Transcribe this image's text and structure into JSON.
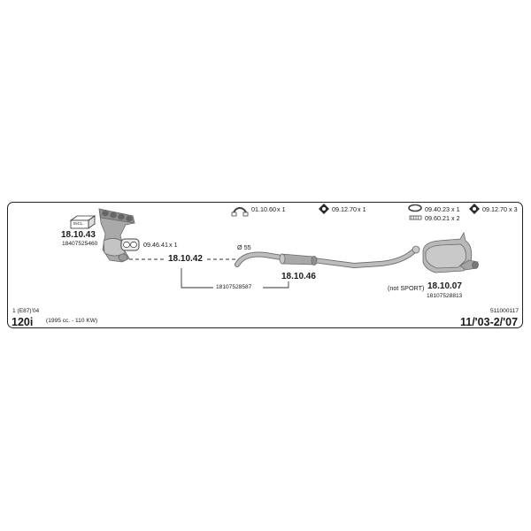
{
  "hardware": [
    {
      "code": "01.10.60",
      "qty": "x 1",
      "icon": "clamp-icon"
    },
    {
      "code": "09.12.70",
      "qty": "x 1",
      "icon": "nut-icon"
    },
    {
      "code": "09.40.23",
      "qty": "x 1",
      "icon": "ring-gasket-icon"
    },
    {
      "code": "09.12.70",
      "qty": "x 3",
      "icon": "nut-icon"
    },
    {
      "code": "09.60.21",
      "qty": "x 2",
      "icon": "spring-icon"
    }
  ],
  "parts": {
    "manifold": {
      "code": "18.10.43",
      "oe": "18407525460",
      "incl_label": "INCL."
    },
    "manifold_gasket": {
      "code": "09.46.41",
      "qty": "x 1"
    },
    "front_pipe": {
      "code": "18.10.42",
      "oe": "18107528587"
    },
    "center_pipe": {
      "code": "18.10.46",
      "diameter": "Ø 55"
    },
    "rear_muffler": {
      "code": "18.10.07",
      "note": "(not SPORT)",
      "oe": "18107528813"
    }
  },
  "footer": {
    "series": "1 (E87)'04",
    "model": "120i",
    "engine": "(1995 cc. - 110 KW)",
    "ref_number": "511000117",
    "date_range": "11/'03-2/'07"
  },
  "colors": {
    "frame": "#222222",
    "part_fill": "#b5b5b5",
    "part_stroke": "#6a6a6a"
  }
}
